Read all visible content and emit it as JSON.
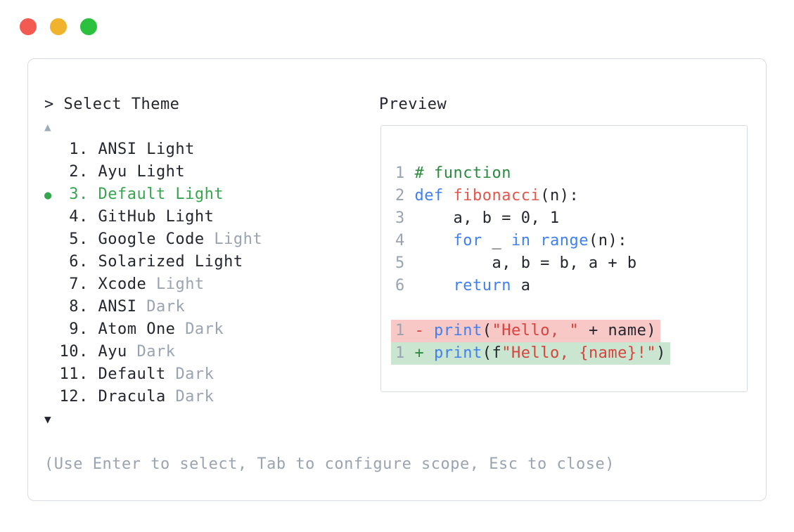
{
  "colors": {
    "panel_bg": "#ffffff",
    "border": "#d7dbe2",
    "text": "#23262e",
    "dim": "#9aa3b2",
    "select_green": "#36a64e",
    "comment": "#2b8a3e",
    "keyword": "#4080f0",
    "func": "#e45649",
    "string": "#d8433e",
    "del_sign": "#d8433e",
    "ins_sign": "#2b8a3e",
    "removed_bg": "#f8c8c6",
    "added_bg": "#cae6d0",
    "arrow_up": "#9fa9bc",
    "arrow_down": "#20242e",
    "tl_red": "#f25a52",
    "tl_yellow": "#f2b32c",
    "tl_green": "#2bc13f"
  },
  "dialog": {
    "prompt": "> Select Theme",
    "preview_label": "Preview",
    "hint": "(Use Enter to select, Tab to configure scope, Esc to close)",
    "scroll_up": "▲",
    "scroll_down": "▼",
    "selected_marker": "●"
  },
  "themes": [
    {
      "number": 1,
      "selected": false,
      "name_parts": [
        {
          "t": "ANSI Light",
          "dim": false
        }
      ]
    },
    {
      "number": 2,
      "selected": false,
      "name_parts": [
        {
          "t": "Ayu Light",
          "dim": false
        }
      ]
    },
    {
      "number": 3,
      "selected": true,
      "name_parts": [
        {
          "t": "Default Light",
          "dim": false
        }
      ]
    },
    {
      "number": 4,
      "selected": false,
      "name_parts": [
        {
          "t": "GitHub Light",
          "dim": false
        }
      ]
    },
    {
      "number": 5,
      "selected": false,
      "name_parts": [
        {
          "t": "Google Code ",
          "dim": false
        },
        {
          "t": "Light",
          "dim": true
        }
      ]
    },
    {
      "number": 6,
      "selected": false,
      "name_parts": [
        {
          "t": "Solarized Light",
          "dim": false
        }
      ]
    },
    {
      "number": 7,
      "selected": false,
      "name_parts": [
        {
          "t": "Xcode ",
          "dim": false
        },
        {
          "t": "Light",
          "dim": true
        }
      ]
    },
    {
      "number": 8,
      "selected": false,
      "name_parts": [
        {
          "t": "ANSI ",
          "dim": false
        },
        {
          "t": "Dark",
          "dim": true
        }
      ]
    },
    {
      "number": 9,
      "selected": false,
      "name_parts": [
        {
          "t": "Atom One ",
          "dim": false
        },
        {
          "t": "Dark",
          "dim": true
        }
      ]
    },
    {
      "number": 10,
      "selected": false,
      "name_parts": [
        {
          "t": "Ayu ",
          "dim": false
        },
        {
          "t": "Dark",
          "dim": true
        }
      ]
    },
    {
      "number": 11,
      "selected": false,
      "name_parts": [
        {
          "t": "Default ",
          "dim": false
        },
        {
          "t": "Dark",
          "dim": true
        }
      ]
    },
    {
      "number": 12,
      "selected": false,
      "name_parts": [
        {
          "t": "Dracula ",
          "dim": false
        },
        {
          "t": "Dark",
          "dim": true
        }
      ]
    }
  ],
  "preview_code": {
    "lines": [
      {
        "num": "1",
        "diff": null,
        "segs": [
          {
            "t": "# function",
            "c": "com"
          }
        ]
      },
      {
        "num": "2",
        "diff": null,
        "segs": [
          {
            "t": "def",
            "c": "kw"
          },
          {
            "t": " ",
            "c": "pl"
          },
          {
            "t": "fibonacci",
            "c": "fn"
          },
          {
            "t": "(n):",
            "c": "pl"
          }
        ]
      },
      {
        "num": "3",
        "diff": null,
        "segs": [
          {
            "t": "    a, b = 0, 1",
            "c": "pl"
          }
        ]
      },
      {
        "num": "4",
        "diff": null,
        "segs": [
          {
            "t": "    ",
            "c": "pl"
          },
          {
            "t": "for",
            "c": "kw"
          },
          {
            "t": " _ ",
            "c": "pl"
          },
          {
            "t": "in",
            "c": "kw"
          },
          {
            "t": " ",
            "c": "pl"
          },
          {
            "t": "range",
            "c": "kw"
          },
          {
            "t": "(n):",
            "c": "pl"
          }
        ]
      },
      {
        "num": "5",
        "diff": null,
        "segs": [
          {
            "t": "        a, b = b, a + b",
            "c": "pl"
          }
        ]
      },
      {
        "num": "6",
        "diff": null,
        "segs": [
          {
            "t": "    ",
            "c": "pl"
          },
          {
            "t": "return",
            "c": "kw"
          },
          {
            "t": " a",
            "c": "pl"
          }
        ]
      },
      {
        "num": "",
        "diff": null,
        "segs": []
      },
      {
        "num": "1",
        "diff": "removed",
        "segs": [
          {
            "t": "- ",
            "c": "del"
          },
          {
            "t": "print",
            "c": "kw"
          },
          {
            "t": "(",
            "c": "pl"
          },
          {
            "t": "\"Hello, \"",
            "c": "str"
          },
          {
            "t": " + name)",
            "c": "pl"
          }
        ]
      },
      {
        "num": "1",
        "diff": "added",
        "segs": [
          {
            "t": "+ ",
            "c": "ins"
          },
          {
            "t": "print",
            "c": "kw"
          },
          {
            "t": "(f",
            "c": "pl"
          },
          {
            "t": "\"Hello, {name}!\"",
            "c": "str"
          },
          {
            "t": ")",
            "c": "pl"
          }
        ]
      }
    ]
  }
}
